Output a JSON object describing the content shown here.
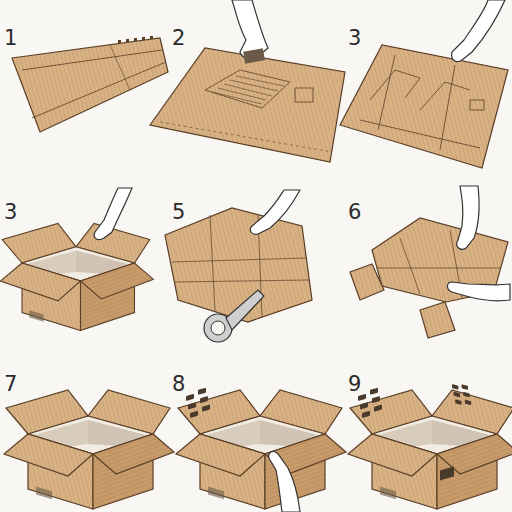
{
  "diagram": {
    "labels": [
      "1",
      "2",
      "3",
      "3",
      "5",
      "6",
      "7",
      "8",
      "9"
    ]
  }
}
